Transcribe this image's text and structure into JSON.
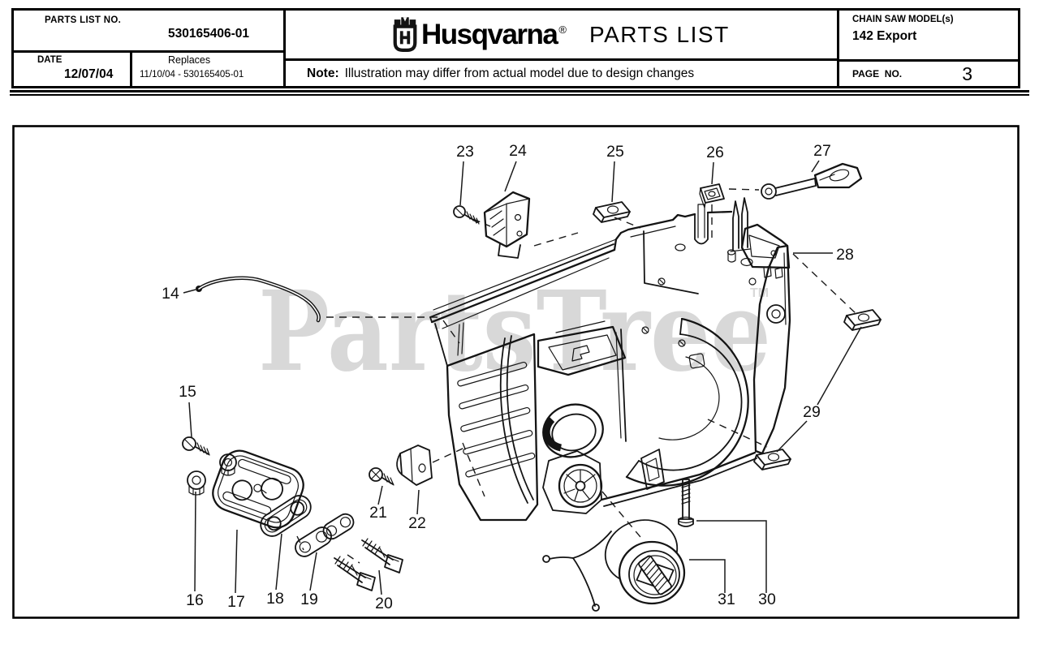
{
  "header": {
    "parts_list_no_label": "PARTS LIST NO.",
    "parts_list_no_value": "530165406-01",
    "date_label": "DATE",
    "date_value": "12/07/04",
    "replaces_label": "Replaces",
    "replaces_value": "11/10/04 - 530165405-01",
    "brand_name": "Husqvarna",
    "brand_reg_mark": "®",
    "doc_title": "PARTS LIST",
    "note_label": "Note:",
    "note_text": "Illustration may differ from actual model due to design changes",
    "model_label": "CHAIN SAW MODEL(s)",
    "model_value": "142 Export",
    "page_label": "PAGE  NO.",
    "page_value": "3"
  },
  "diagram": {
    "watermark_text": "PartsTree",
    "watermark_tm": "TM",
    "callouts": [
      "14",
      "15",
      "16",
      "17",
      "18",
      "19",
      "20",
      "21",
      "22",
      "23",
      "24",
      "25",
      "26",
      "27",
      "28",
      "29",
      "30",
      "31"
    ]
  }
}
